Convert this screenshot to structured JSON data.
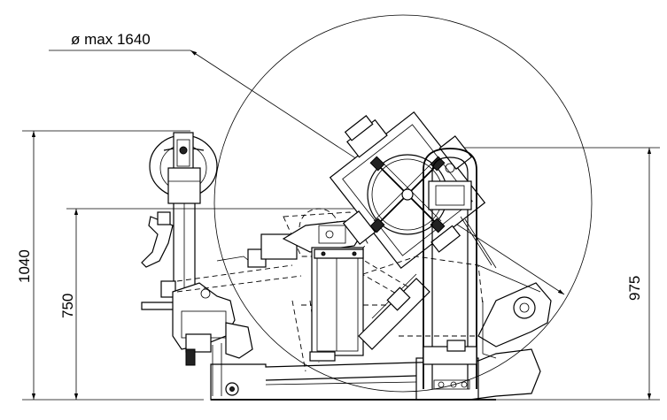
{
  "labels": {
    "diameter": "ø max 1640",
    "height_total": "1040",
    "height_arm": "750",
    "height_shaft": "975"
  }
}
